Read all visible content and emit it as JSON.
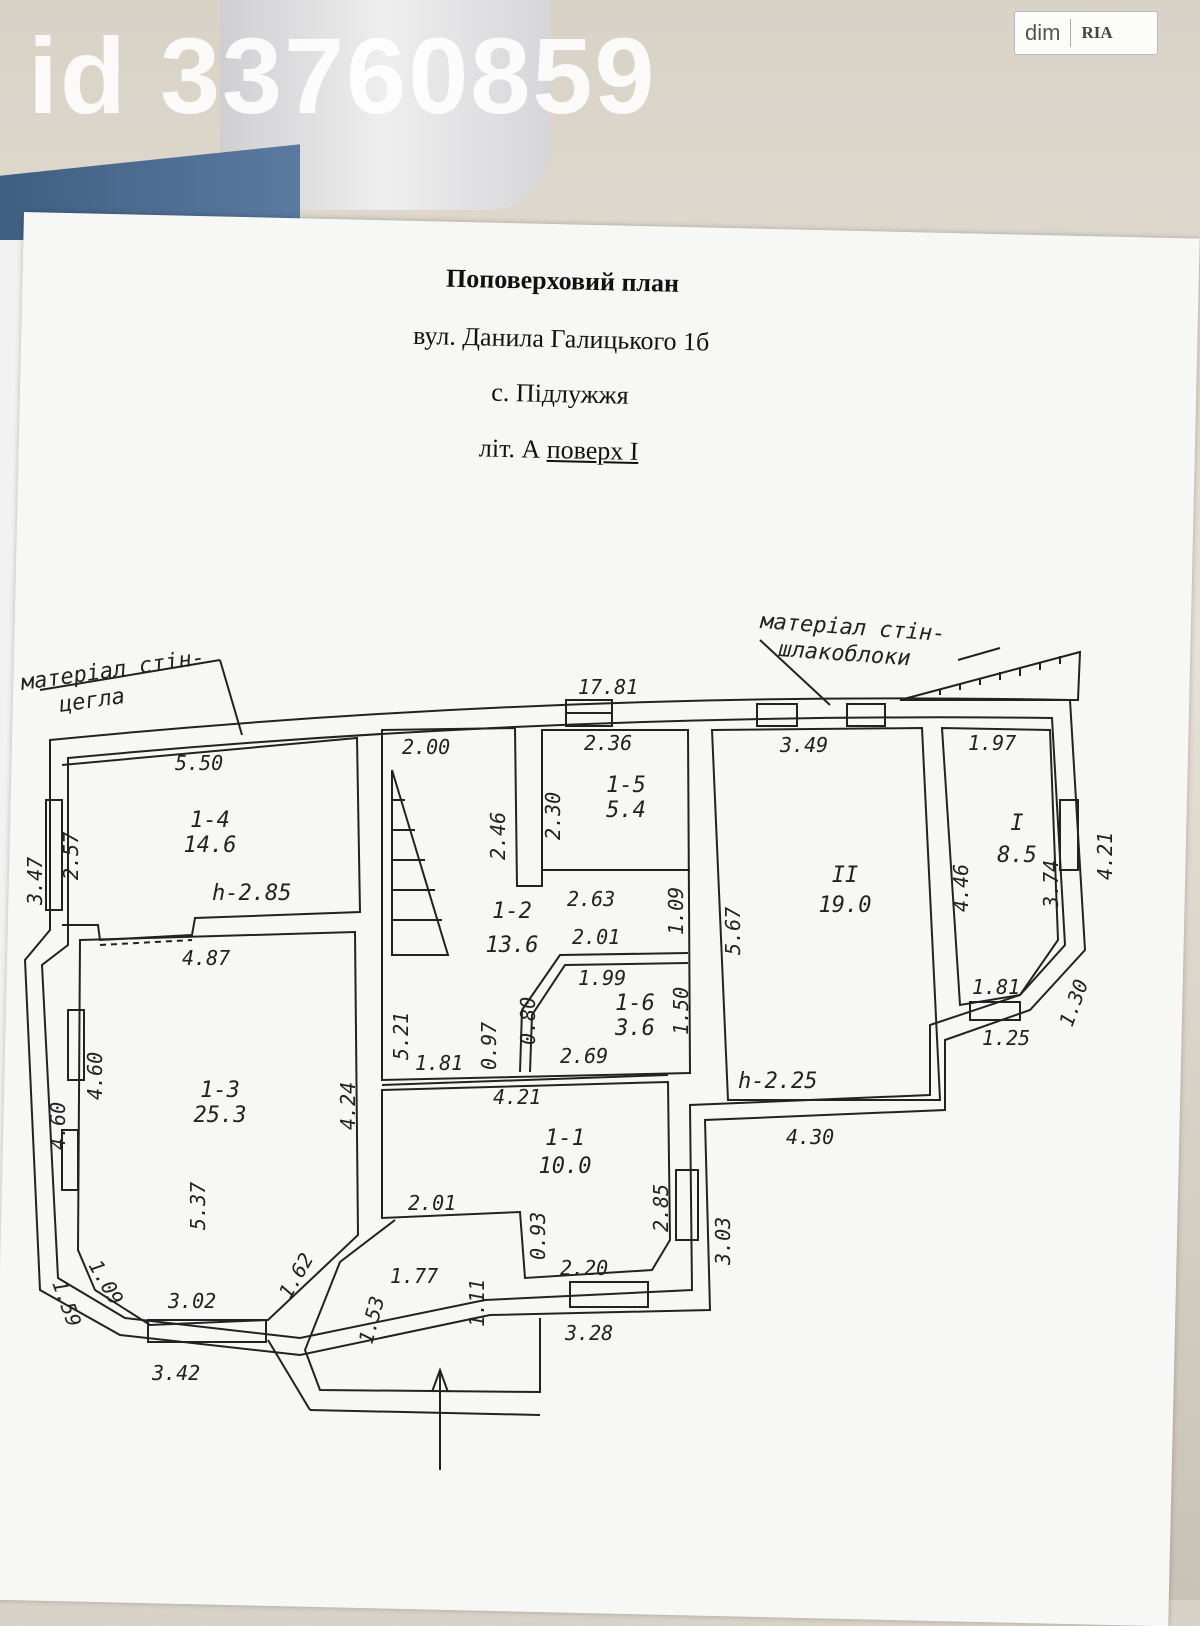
{
  "watermark": {
    "id_label": "id 33760859"
  },
  "brand": {
    "left": "dim",
    "right": "RIA"
  },
  "document": {
    "title": "Поповерховий план",
    "street": "вул. Данила Галицького 1б",
    "village": "с. Підлужжя",
    "letter_part": "літ. А ",
    "floor_part": "поверх I"
  },
  "notes": {
    "left_material_line1": "матеріал стін-",
    "left_material_line2": "цегла",
    "right_material_line1": "матеріал стін-",
    "right_material_line2": "шлакоблоки"
  },
  "rooms": [
    {
      "id": "1-4",
      "area": "14.6"
    },
    {
      "id": "1-3",
      "area": "25.3"
    },
    {
      "id": "1-5",
      "area": "5.4"
    },
    {
      "id": "1-2",
      "area": "13.6"
    },
    {
      "id": "1-6",
      "area": "3.6"
    },
    {
      "id": "1-1",
      "area": "10.0"
    },
    {
      "id": "II",
      "area": "19.0"
    },
    {
      "id": "I",
      "area": "8.5"
    }
  ],
  "heights": {
    "h1": "h-2.85",
    "h2": "h-2.25"
  },
  "dimensions": {
    "overall": "17.81",
    "d550": "5.50",
    "d257": "2.57",
    "d347": "3.47",
    "d487": "4.87",
    "d200": "2.00",
    "d246": "2.46",
    "d236": "2.36",
    "d230": "2.30",
    "d263": "2.63",
    "d109": "1.09",
    "d201a": "2.01",
    "d199": "1.99",
    "d521": "5.21",
    "d097": "0.97",
    "d080": "0.80",
    "d150": "1.50",
    "d181a": "1.81",
    "d269": "2.69",
    "d421": "4.21",
    "d349": "3.49",
    "d567": "5.67",
    "d430": "4.30",
    "d197": "1.97",
    "d446": "4.46",
    "d374": "3.74",
    "d421b": "4.21",
    "d181b": "1.81",
    "d125": "1.25",
    "d130": "1.30",
    "d460a": "4.60",
    "d460b": "4.60",
    "d424": "4.24",
    "d537": "5.37",
    "d109b": "1.09",
    "d302": "3.02",
    "d162": "1.62",
    "d159": "1.59",
    "d342": "3.42",
    "d201b": "2.01",
    "d285": "2.85",
    "d303": "3.03",
    "d093": "0.93",
    "d220": "2.20",
    "d177": "1.77",
    "d153": "1.53",
    "d111": "1.11",
    "d328": "3.28"
  }
}
